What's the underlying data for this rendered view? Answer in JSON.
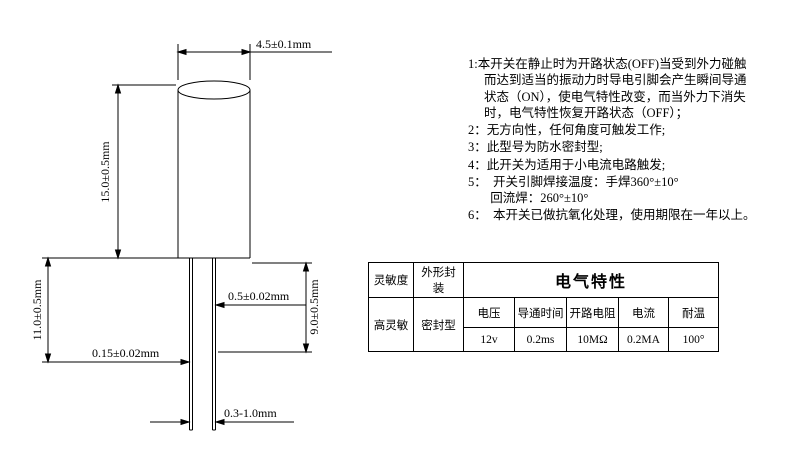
{
  "drawing": {
    "dims": {
      "top_width": "4.5±0.1mm",
      "body_height": "15.0±0.5mm",
      "left_pin_len": "11.0±0.5mm",
      "pin_gap": "0.5±0.02mm",
      "right_pin_len": "9.0±0.5mm",
      "pin_thickness": "0.15±0.02mm",
      "pin_tip_span": "0.3-1.0mm"
    }
  },
  "notes": [
    {
      "text": "1:本开关在静止时为开路状态(OFF)当受到外力碰触\n而达到适当的振动力时导电引脚会产生瞬间导通\n状态（ON），使电气特性改变，而当外力下消失\n时，电气特性恢复开路状态（OFF）；"
    },
    {
      "text": "2：无方向性，任何角度可触发工作;"
    },
    {
      "text": "3：此型号为防水密封型;"
    },
    {
      "text": "4：此开关为适用于小电流电路触发;"
    },
    {
      "text": "5：  开关引脚焊接温度：手焊360°±10°\n  回流焊：260°±10°"
    },
    {
      "text": "6：  本开关已做抗氧化处理，使用期限在一年以上。"
    }
  ],
  "table": {
    "col1_header": "灵敏度",
    "col2_header": "外形封装",
    "title": "电气特性",
    "sensitivity": "高灵敏",
    "package": "密封型",
    "columns": [
      "电压",
      "导通时间",
      "开路电阻",
      "电流",
      "耐温"
    ],
    "values": [
      "12v",
      "0.2ms",
      "10MΩ",
      "0.2MA",
      "100°"
    ]
  }
}
